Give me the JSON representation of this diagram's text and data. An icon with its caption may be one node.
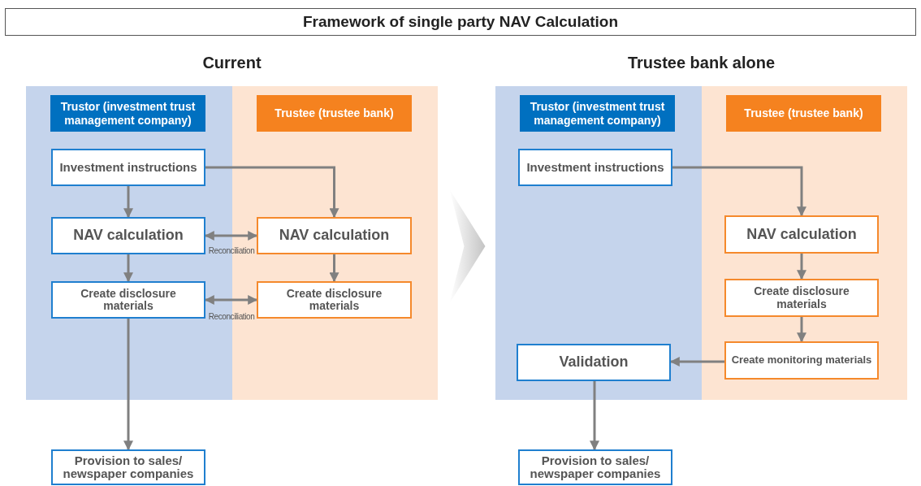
{
  "diagram": {
    "title": "Framework of single party NAV Calculation",
    "nodes": [
      {
        "text": [
          "Current"
        ]
      },
      {
        "text": [
          "Trustor (investment trust management company)"
        ],
        "in": 0
      },
      {
        "text": [
          "Trustee (trustee bank)"
        ],
        "in": 0
      },
      {
        "text": [
          "Investment instructions"
        ],
        "in": 1
      },
      {
        "text": [
          "NAV calculation"
        ],
        "in": 1
      },
      {
        "text": [
          "Create disclosure materials"
        ],
        "in": 1
      },
      {
        "text": [
          "NAV calculation"
        ],
        "in": 2
      },
      {
        "text": [
          "Create disclosure materials"
        ],
        "in": 2
      },
      {
        "text": [
          "Provision to sales/ newspaper companies"
        ]
      },
      {
        "text": [
          "Trustee bank alone"
        ]
      },
      {
        "text": [
          "Trustor (investment trust management company)"
        ],
        "in": 9
      },
      {
        "text": [
          "Trustee (trustee bank)"
        ],
        "in": 9
      },
      {
        "text": [
          "Investment instructions"
        ],
        "in": 10
      },
      {
        "text": [
          "NAV calculation"
        ],
        "in": 11
      },
      {
        "text": [
          "Create disclosure materials"
        ],
        "in": 11
      },
      {
        "text": [
          "Create monitoring materials"
        ],
        "in": 11
      },
      {
        "text": [
          "Validation"
        ],
        "in": 10
      },
      {
        "text": [
          "Provision to sales/ newspaper companies"
        ]
      }
    ],
    "edges": [
      {
        "from": 3,
        "to": 4,
        "arrow": "to"
      },
      {
        "from": 3,
        "to": 6,
        "arrow": "to"
      },
      {
        "from": 4,
        "to": 5,
        "arrow": "to"
      },
      {
        "from": 4,
        "to": 6,
        "arrow": "both",
        "label": "Reconciliation"
      },
      {
        "from": 6,
        "to": 7,
        "arrow": "to"
      },
      {
        "from": 5,
        "to": 7,
        "arrow": "both",
        "label": "Reconciliation"
      },
      {
        "from": 5,
        "to": 8,
        "arrow": "to"
      },
      {
        "from": 12,
        "to": 13,
        "arrow": "to"
      },
      {
        "from": 13,
        "to": 14,
        "arrow": "to"
      },
      {
        "from": 14,
        "to": 15,
        "arrow": "to"
      },
      {
        "from": 15,
        "to": 16,
        "arrow": "to"
      },
      {
        "from": 16,
        "to": 17,
        "arrow": "to"
      },
      {
        "from": 0,
        "to": 9,
        "arrow": "to",
        "style": "thick",
        "color": "#c4c4c4"
      }
    ]
  }
}
